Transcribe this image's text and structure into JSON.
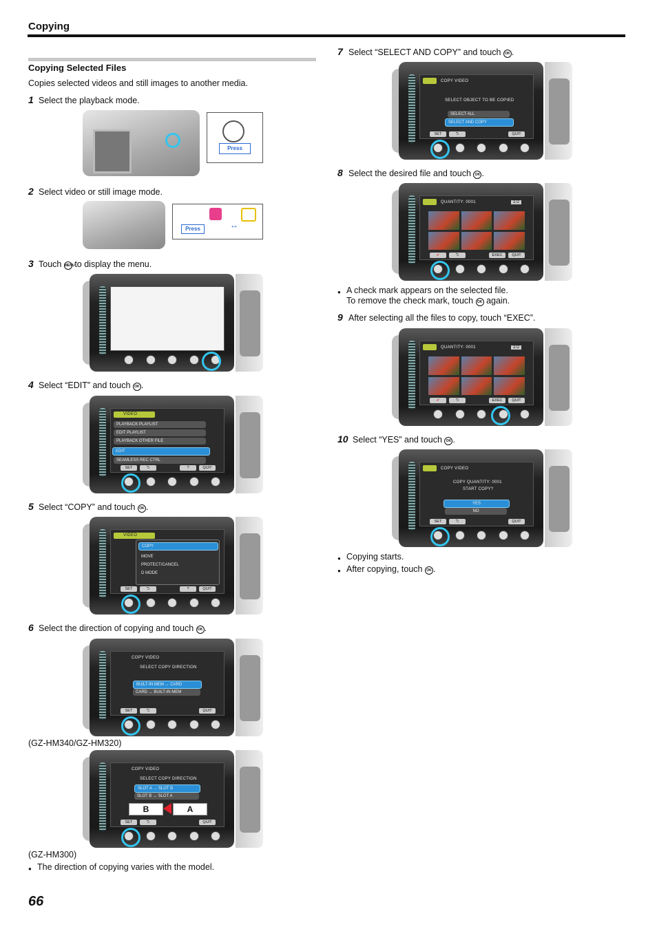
{
  "header": {
    "title": "Copying"
  },
  "section": {
    "title": "Copying Selected Files",
    "intro": "Copies selected videos and still images to another media."
  },
  "steps": [
    {
      "num": "1",
      "text": "Select the playback mode."
    },
    {
      "num": "2",
      "text": "Select video or still image mode."
    },
    {
      "num": "3",
      "pre": "Touch",
      "post": "to display the menu."
    },
    {
      "num": "4",
      "pre": "Select “EDIT” and touch",
      "post": "."
    },
    {
      "num": "5",
      "pre": "Select “COPY” and touch",
      "post": "."
    },
    {
      "num": "6",
      "pre": "Select the direction of copying and touch",
      "post": "."
    },
    {
      "num": "7",
      "pre": "Select “SELECT AND COPY” and touch",
      "post": "."
    },
    {
      "num": "8",
      "pre": "Select the desired file and touch",
      "post": "."
    },
    {
      "num": "9",
      "text": "After selecting all the files to copy, touch “EXEC”."
    },
    {
      "num": "10",
      "pre": "Select “YES” and touch",
      "post": "."
    }
  ],
  "model_labels": {
    "a": "(GZ-HM340/GZ-HM320)",
    "b": "(GZ-HM300)"
  },
  "notes": {
    "direction": "The direction of copying varies with the model.",
    "check1": "A check mark appears on the selected file.",
    "check2_pre": "To remove the check mark, touch",
    "check2_post": "again.",
    "copy_starts": "Copying starts.",
    "after_pre": "After copying, touch",
    "after_post": "."
  },
  "icons": {
    "ok": "OK",
    "menu": "MENU"
  },
  "illustration": {
    "press": "Press"
  },
  "screens": {
    "edit": {
      "tab": "VIDEO",
      "items": [
        "PLAYBACK PLAYLIST",
        "EDIT PLAYLIST",
        "PLAYBACK OTHER FILE",
        "EDIT",
        "SEAMLESS REC CTRL"
      ]
    },
    "copy": {
      "tab": "VIDEO",
      "items": [
        "COPY",
        "MOVE",
        "PROTECT/CANCEL",
        "D MODE"
      ]
    },
    "direction": {
      "title": "COPY VIDEO",
      "sub": "SELECT COPY DIRECTION",
      "items": [
        "BUILT-IN MEM → CARD",
        "CARD → BUILT-IN MEM"
      ]
    },
    "direction2": {
      "title": "COPY VIDEO",
      "sub": "SELECT COPY DIRECTION",
      "items": [
        "SLOT A → SLOT B",
        "SLOT B → SLOT A"
      ],
      "slot_b": "B",
      "slot_a": "A"
    },
    "select": {
      "title": "COPY VIDEO",
      "sub": "SELECT OBJECT TO BE COPIED",
      "items": [
        "SELECT ALL",
        "SELECT AND COPY"
      ]
    },
    "files": {
      "quantity": "QUANTITY: 0001",
      "page": "1/2"
    },
    "confirm": {
      "title": "COPY VIDEO",
      "sub1": "COPY QUANTITY: 0001",
      "sub2": "START COPY?",
      "items": [
        "YES",
        "NO"
      ]
    },
    "buttons": {
      "set": "SET",
      "quit": "QUIT",
      "exec": "EXEC",
      "help": "?",
      "back": "⮌"
    }
  },
  "page_number": "66"
}
